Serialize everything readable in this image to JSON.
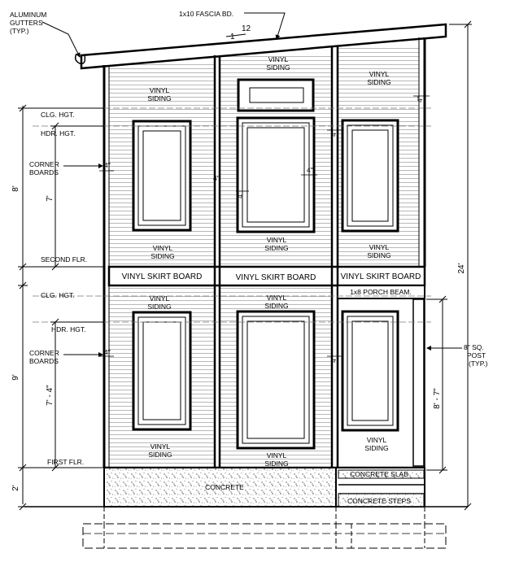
{
  "notes": {
    "gutters": [
      "ALUMINUM",
      "GUTTERS",
      "(TYP.)"
    ],
    "fascia": "1x10 FASCIA BD.",
    "pitch_rise": "1",
    "pitch_run": "12",
    "corner_boards": [
      "CORNER",
      "BOARDS"
    ],
    "post": [
      "8\" SQ.",
      "POST",
      "(TYP.)"
    ],
    "porch_beam": "1x8 PORCH BEAM.",
    "concrete": "CONCRETE",
    "concrete_slab": "CONCRETE SLAB",
    "concrete_steps": "CONCRETE STEPS"
  },
  "siding": [
    "VINYL",
    "SIDING"
  ],
  "skirt_board": "VINYL SKIRT BOARD",
  "levels": {
    "clg_hgt": "CLG. HGT.",
    "hdr_hgt": "HDR. HGT.",
    "second_flr": "SECOND FLR.",
    "first_flr": "FIRST FLR."
  },
  "dimensions": {
    "upper_floor": "8'",
    "upper_header": "7'",
    "lower_floor": "9'",
    "lower_header": "7' - 4\"",
    "foundation": "2'",
    "overall": "24'",
    "post_height": "8' - 7\"",
    "trim_width": "4\""
  }
}
